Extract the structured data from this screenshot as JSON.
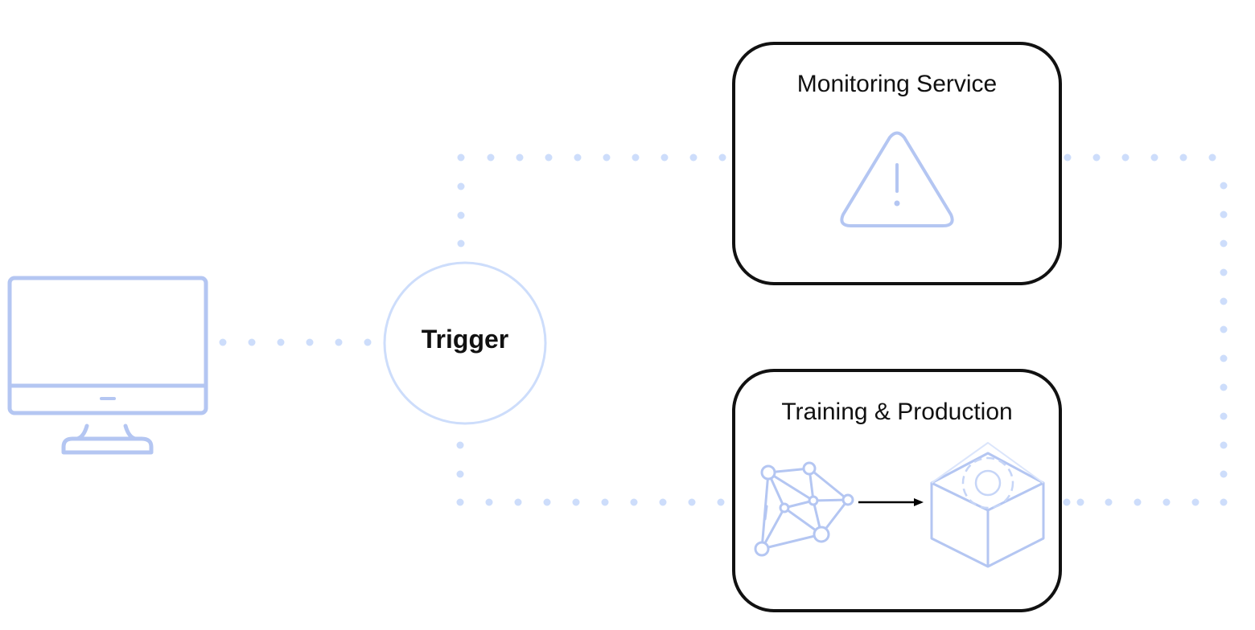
{
  "colors": {
    "background": "#ffffff",
    "outline": "#111111",
    "icon_blue": "#b4c6f2",
    "dot_blue": "#cdddfb",
    "arrow": "#000000"
  },
  "nodes": {
    "computer": {
      "icon": "desktop-monitor-icon"
    },
    "trigger": {
      "label": "Trigger"
    },
    "monitoring": {
      "title": "Monitoring Service",
      "icon": "warning-triangle-icon"
    },
    "training": {
      "title": "Training & Production",
      "icons": [
        "neural-network-icon",
        "arrow-right-icon",
        "package-box-icon"
      ]
    }
  },
  "edges": [
    {
      "from": "computer",
      "to": "trigger",
      "style": "dotted"
    },
    {
      "from": "trigger",
      "to": "monitoring",
      "style": "dotted"
    },
    {
      "from": "trigger",
      "to": "training",
      "style": "dotted"
    },
    {
      "from": "monitoring",
      "to": "training",
      "style": "dotted"
    }
  ]
}
